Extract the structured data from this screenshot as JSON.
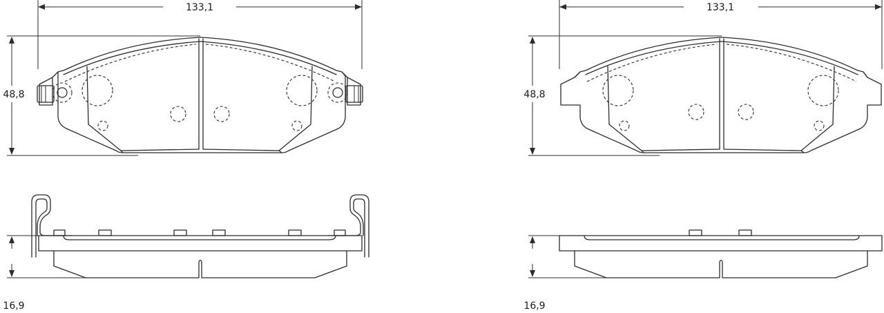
{
  "views": [
    {
      "variant": "with-clips",
      "width_label": "133,1",
      "height_label": "48,8",
      "thickness_label": "16,9"
    },
    {
      "variant": "without-clips",
      "width_label": "133,1",
      "height_label": "48,8",
      "thickness_label": "16,9"
    }
  ],
  "colors": {
    "line": "#2b2b2b",
    "background": "#ffffff"
  }
}
